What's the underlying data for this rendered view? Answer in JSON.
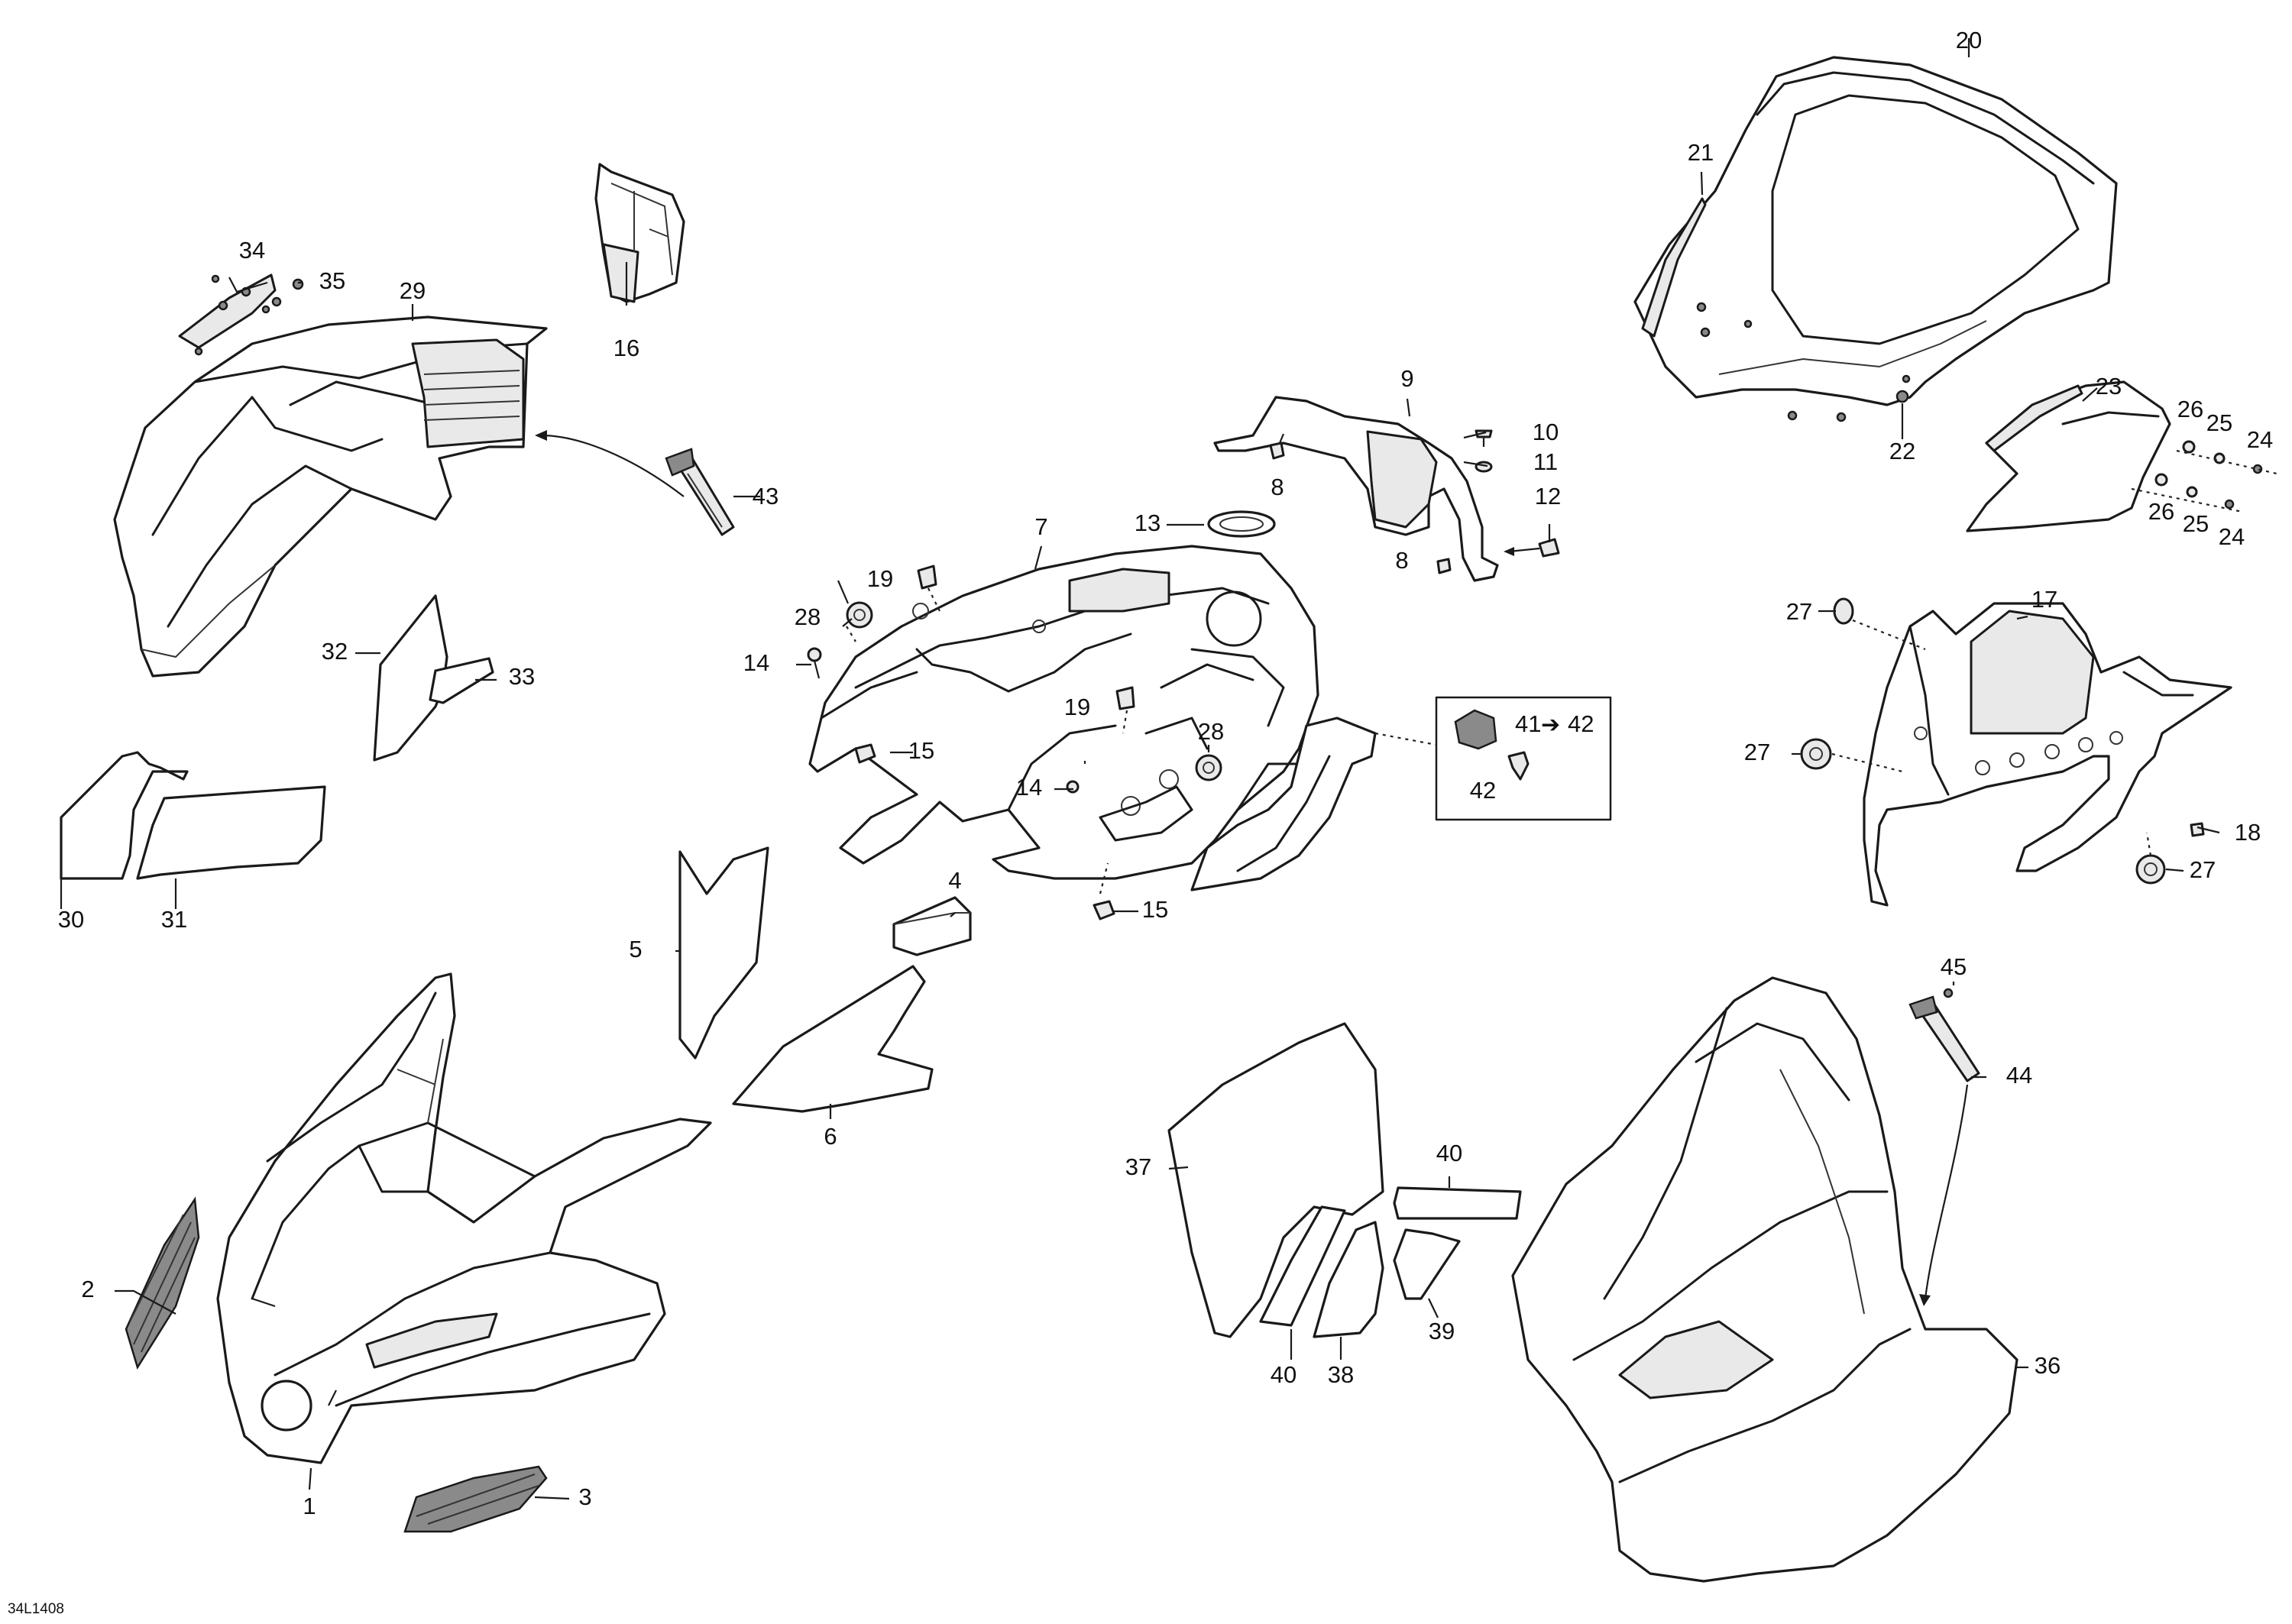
{
  "diagram_code": "34L1408",
  "callouts": {
    "1": "1",
    "2": "2",
    "3": "3",
    "4": "4",
    "5": "5",
    "6": "6",
    "7": "7",
    "8": "8",
    "9": "9",
    "10": "10",
    "11": "11",
    "12": "12",
    "13": "13",
    "14": "14",
    "15": "15",
    "16": "16",
    "17": "17",
    "18": "18",
    "19": "19",
    "20": "20",
    "21": "21",
    "22": "22",
    "23": "23",
    "24": "24",
    "25": "25",
    "26": "26",
    "27": "27",
    "28": "28",
    "29": "29",
    "30": "30",
    "31": "31",
    "32": "32",
    "33": "33",
    "34": "34",
    "35": "35",
    "36": "36",
    "37": "37",
    "38": "38",
    "39": "39",
    "40": "40",
    "42": "42",
    "43": "43",
    "44": "44",
    "45": "45"
  },
  "box_label": {
    "from": "41",
    "arrow": "➔",
    "to": "42"
  }
}
